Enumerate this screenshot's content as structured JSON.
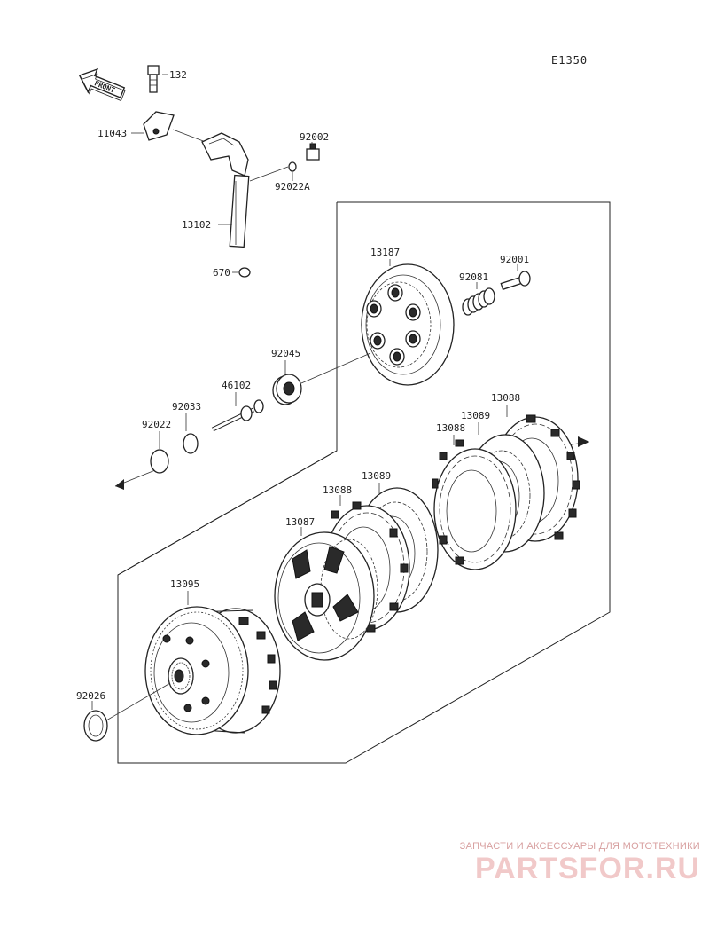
{
  "diagram": {
    "code": "E1350",
    "front_label": "FRONT",
    "part_numbers": {
      "bolt": "132",
      "lever": "11043",
      "bleeder": "92002",
      "washer_a": "92022A",
      "shaft": "13102",
      "oring": "670",
      "pressure_plate": "13187",
      "bolt_b": "92001",
      "spring": "92081",
      "bearing": "92045",
      "pushrod": "46102",
      "circlip": "92033",
      "washer": "92022",
      "steel_plate_top": "13088",
      "friction_plate_mid": "13089",
      "steel_plate_mid": "13088",
      "friction_plate_low": "13089",
      "steel_plate_low": "13088",
      "hub": "13087",
      "housing": "13095",
      "thrust_washer": "92026"
    }
  },
  "watermark": {
    "caption": "ЗАПЧАСТИ И АКСЕССУАРЫ ДЛЯ МОТОТЕХНИКИ",
    "logo": "PARTSFOR.RU"
  }
}
